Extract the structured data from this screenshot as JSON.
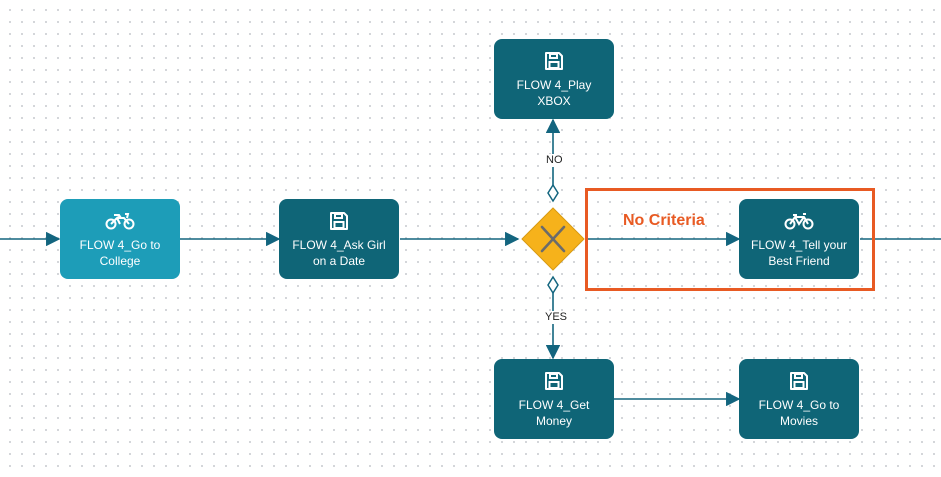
{
  "colors": {
    "node_dark": "#0f6577",
    "node_light": "#1d9db8",
    "wire": "#13657f",
    "gateway_fill": "#f6b21b",
    "gateway_mark": "#6b6b6b",
    "highlight": "#e85a23"
  },
  "nodes": [
    {
      "id": "go_to_college",
      "label": "FLOW 4_Go to College",
      "icon": "motorcycle-icon",
      "variant": "light"
    },
    {
      "id": "ask_girl",
      "label": "FLOW 4_Ask Girl on a Date",
      "icon": "save-icon",
      "variant": "dark"
    },
    {
      "id": "play_xbox",
      "label": "FLOW 4_Play XBOX",
      "icon": "save-icon",
      "variant": "dark"
    },
    {
      "id": "tell_friend",
      "label": "FLOW 4_Tell your Best Friend",
      "icon": "bicycle-icon",
      "variant": "dark"
    },
    {
      "id": "get_money",
      "label": "FLOW 4_Get Money",
      "icon": "save-icon",
      "variant": "dark"
    },
    {
      "id": "go_to_movies",
      "label": "FLOW 4_Go to Movies",
      "icon": "save-icon",
      "variant": "dark"
    }
  ],
  "gateway": {
    "icon": "exclusive-gateway-x-icon"
  },
  "edges": {
    "no_label": "NO",
    "yes_label": "YES"
  },
  "annotation": {
    "text": "No Criteria"
  }
}
